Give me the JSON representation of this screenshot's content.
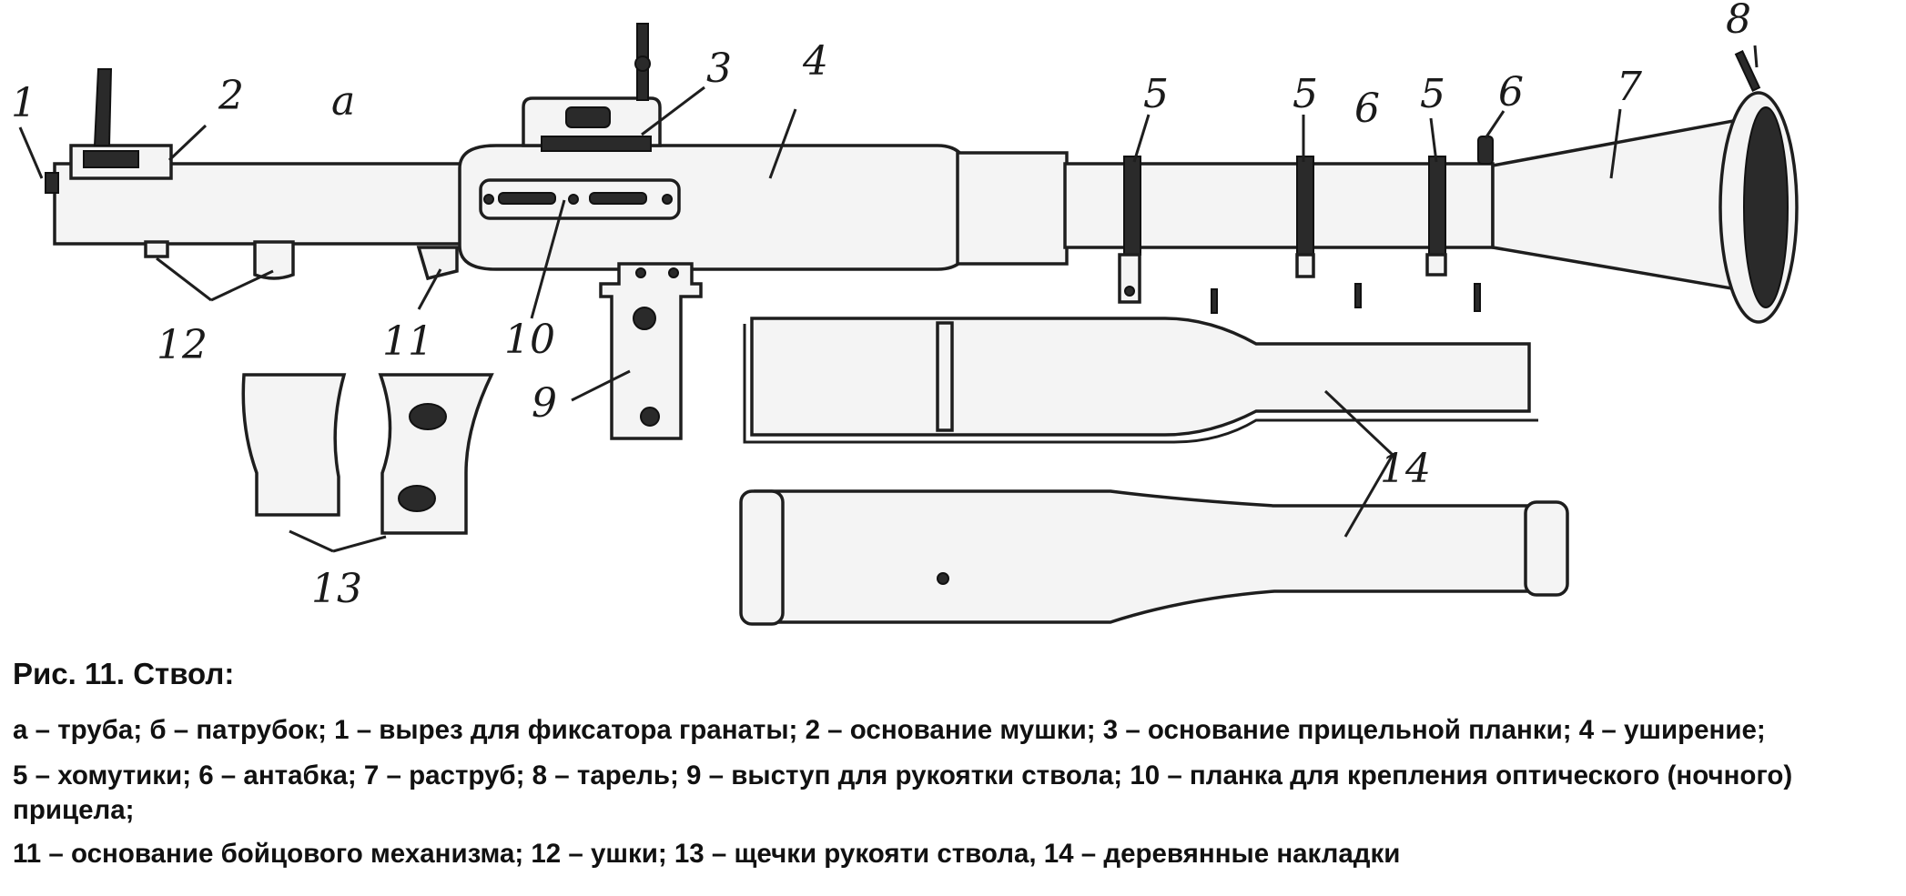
{
  "figure": {
    "labels": {
      "a": "а",
      "l1": "1",
      "l2": "2",
      "l3": "3",
      "l4": "4",
      "l5a": "5",
      "l5b": "5",
      "l5c": "5",
      "l6a": "6",
      "l6b": "6",
      "l7": "7",
      "l8": "8",
      "l9": "9",
      "l10": "10",
      "l11": "11",
      "l12": "12",
      "l13": "13",
      "l14": "14"
    }
  },
  "caption": {
    "title": "Рис. 11. Ствол:",
    "line1": "а – труба; б – патрубок; 1 – вырез для фиксатора гранаты; 2 – основание мушки; 3 – основание прицельной планки; 4 – уширение;",
    "line2": "5 – хомутики; 6 – антабка; 7 – раструб; 8 – тарель; 9 – выступ для рукоятки ствола; 10 – планка для крепления оптического (ночного) прицела;",
    "line3": "11 – основание бойцового механизма; 12 – ушки; 13 – щечки рукояти ствола, 14 – деревянные накладки"
  }
}
